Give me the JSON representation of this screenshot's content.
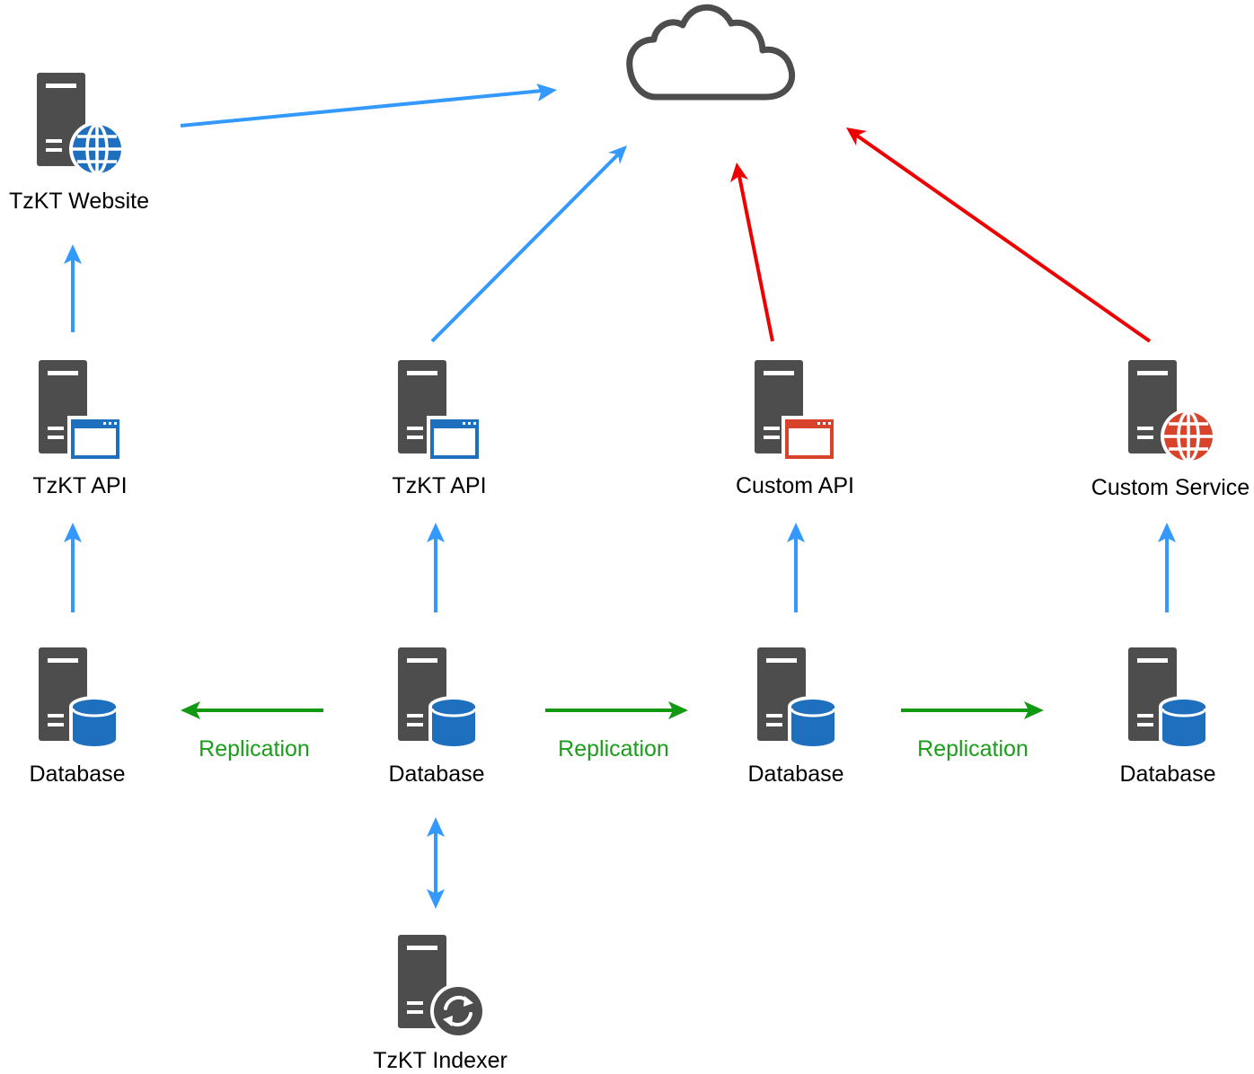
{
  "colors": {
    "server_gray": "#4d4d4d",
    "blue_accent": "#1f6fbf",
    "red_accent": "#d8432c",
    "arrow_blue": "#3399ff",
    "arrow_red": "#ee0000",
    "arrow_green": "#119911",
    "label_green": "#1a9e1a",
    "cloud_outline": "#4d4d4d"
  },
  "nodes": {
    "website": {
      "label": "TzKT Website",
      "icon": "server-globe-icon",
      "accent": "blue"
    },
    "api_1": {
      "label": "TzKT API",
      "icon": "server-window-icon",
      "accent": "blue"
    },
    "api_2": {
      "label": "TzKT API",
      "icon": "server-window-icon",
      "accent": "blue"
    },
    "custom_api": {
      "label": "Custom API",
      "icon": "server-window-icon",
      "accent": "red"
    },
    "custom_service": {
      "label": "Custom Service",
      "icon": "server-globe-icon",
      "accent": "red"
    },
    "db_1": {
      "label": "Database",
      "icon": "server-database-icon"
    },
    "db_2": {
      "label": "Database",
      "icon": "server-database-icon"
    },
    "db_3": {
      "label": "Database",
      "icon": "server-database-icon"
    },
    "db_4": {
      "label": "Database",
      "icon": "server-database-icon"
    },
    "indexer": {
      "label": "TzKT Indexer",
      "icon": "server-sync-icon"
    },
    "cloud": {
      "icon": "cloud-icon"
    }
  },
  "edges": {
    "replication_1": "Replication",
    "replication_2": "Replication",
    "replication_3": "Replication"
  }
}
